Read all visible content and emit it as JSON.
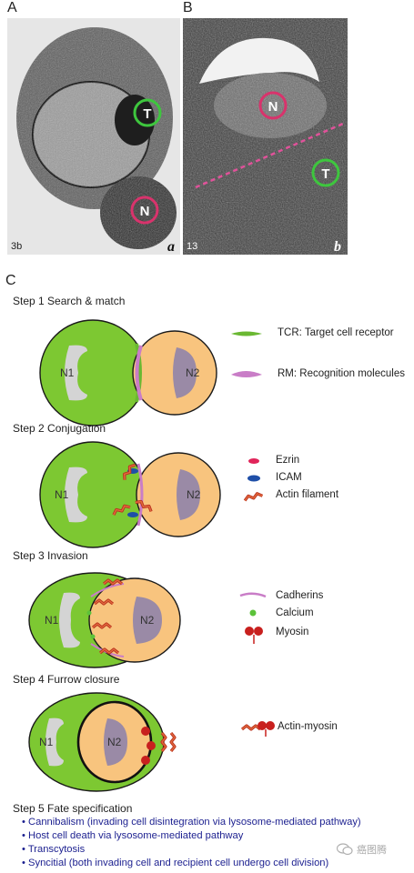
{
  "panels": {
    "a": "A",
    "b": "B",
    "c": "C"
  },
  "micrographs": {
    "left": {
      "circle_labels": [
        "T",
        "N"
      ],
      "corner_label": "3b",
      "letter": "a"
    },
    "right": {
      "circle_labels": [
        "N",
        "T"
      ],
      "corner_label": "13",
      "letter": "b"
    }
  },
  "steps": [
    {
      "title": "Step 1 Search & match"
    },
    {
      "title": "Step 2 Conjugation"
    },
    {
      "title": "Step 3 Invasion"
    },
    {
      "title": "Step 4 Furrow closure"
    },
    {
      "title": "Step 5 Fate specification"
    }
  ],
  "nucleus_labels": {
    "n1": "N1",
    "n2": "N2"
  },
  "legends": {
    "tcr": "TCR: Target cell receptor",
    "rm": "RM: Recognition molecules",
    "ezrin": "Ezrin",
    "icam": "ICAM",
    "actin": "Actin filament",
    "cadherins": "Cadherins",
    "calcium": "Calcium",
    "myosin": "Myosin",
    "actomyosin": "Actin-myosin"
  },
  "fates": [
    "• Cannibalism (invading cell disintegration via lysosome-mediated pathway)",
    "• Host cell death via lysosome-mediated pathway",
    "• Transcytosis",
    "• Syncitial (both invading cell and recipient cell undergo cell division)"
  ],
  "watermark": "癌图腾",
  "colors": {
    "host_cell": "#7dc832",
    "invading_cell": "#f8c47e",
    "nucleus_host": "#d4d4d4",
    "nucleus_invader": "#9a8aa6",
    "tcr": "#6ab832",
    "rm": "#c97dc7",
    "ezrin": "#e0245a",
    "icam": "#1f4fa8",
    "actin": "#d0462a",
    "calcium": "#5cc23a",
    "myosin": "#c8201e",
    "fate_text": "#1b1f8f"
  }
}
